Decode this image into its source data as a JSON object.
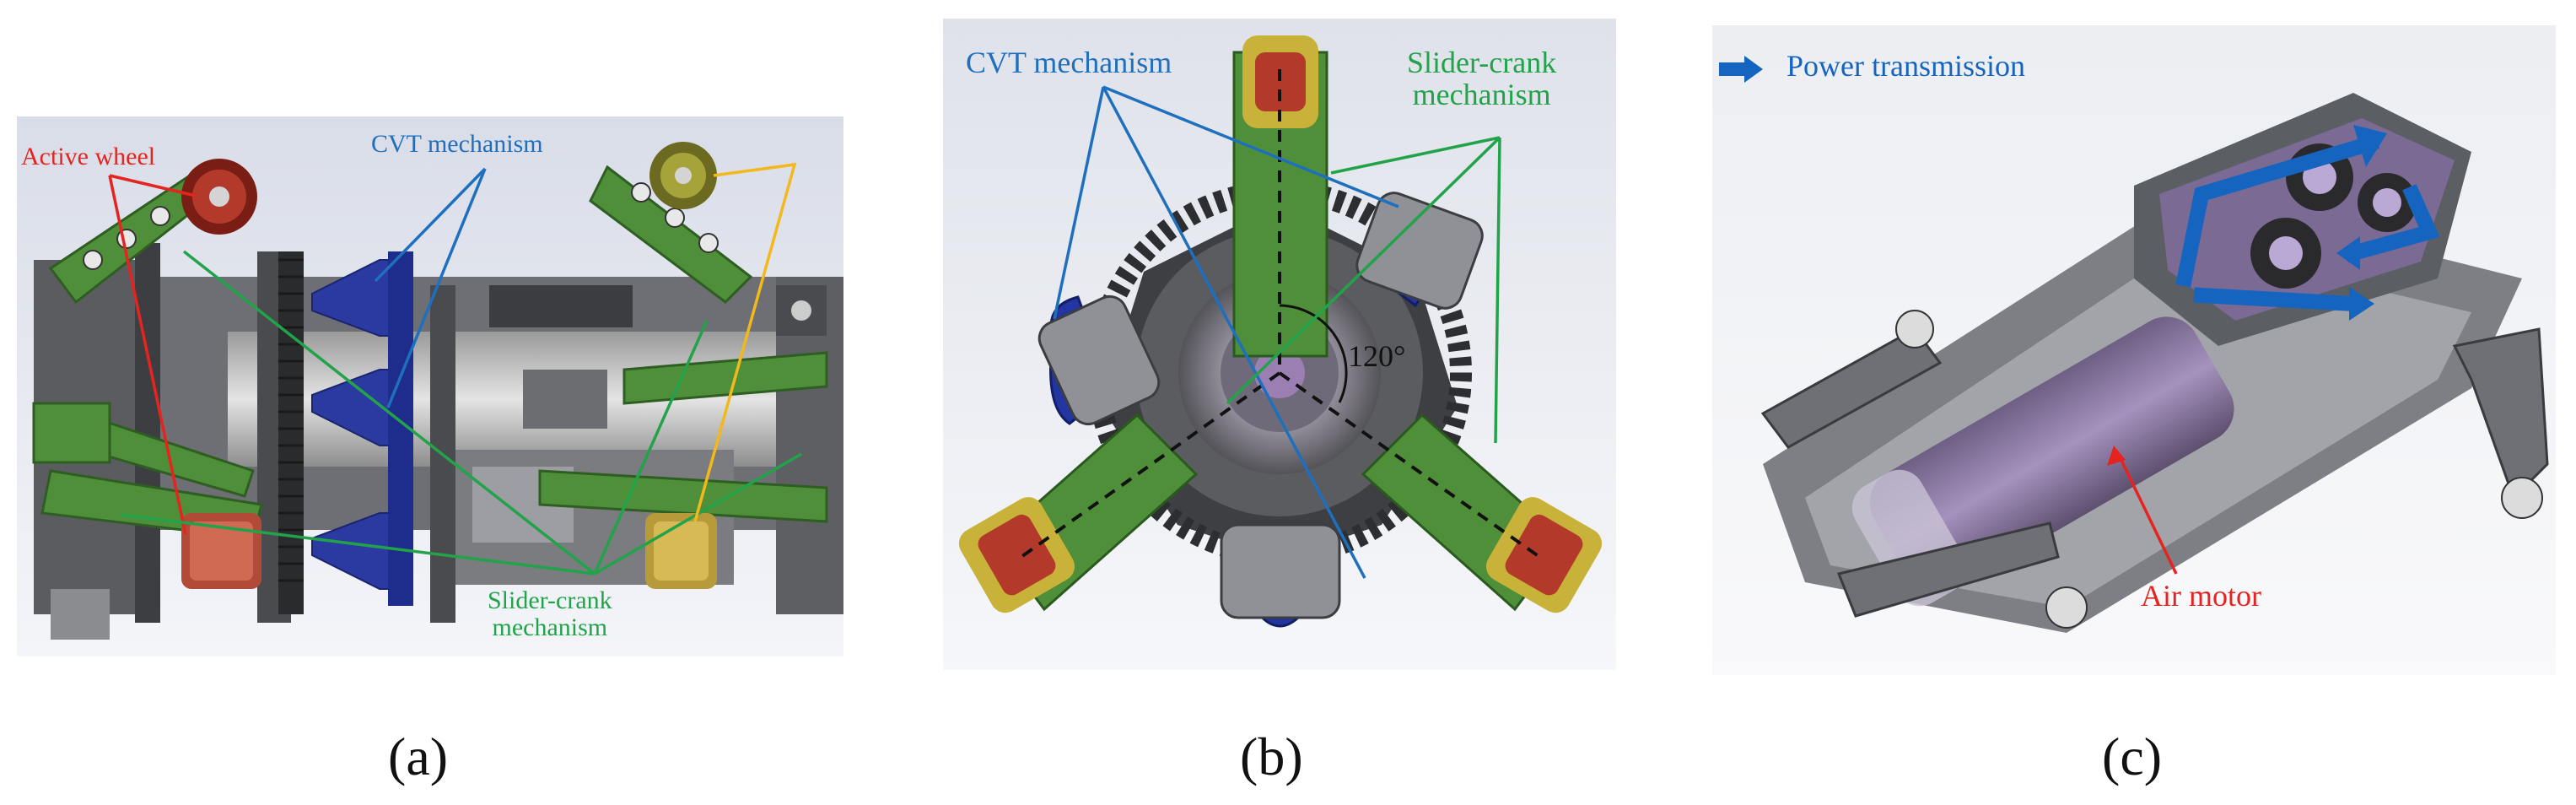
{
  "colors": {
    "red": "#e52420",
    "blue": "#1f6fbf",
    "green": "#22a34a",
    "yellow": "#f2b81c",
    "arrow_blue": "#1565c0"
  },
  "panels": [
    {
      "id": "a",
      "label": "(a)",
      "annotations": {
        "active_wheel": "Active wheel",
        "cvt": "CVT mechanism",
        "slider_crank": "Slider-crank\nmechanism"
      }
    },
    {
      "id": "b",
      "label": "(b)",
      "annotations": {
        "cvt": "CVT mechanism",
        "slider_crank": "Slider-crank\nmechanism",
        "angle": "120°"
      }
    },
    {
      "id": "c",
      "label": "(c)",
      "annotations": {
        "legend": "Power transmission",
        "air_motor": "Air motor"
      }
    }
  ]
}
